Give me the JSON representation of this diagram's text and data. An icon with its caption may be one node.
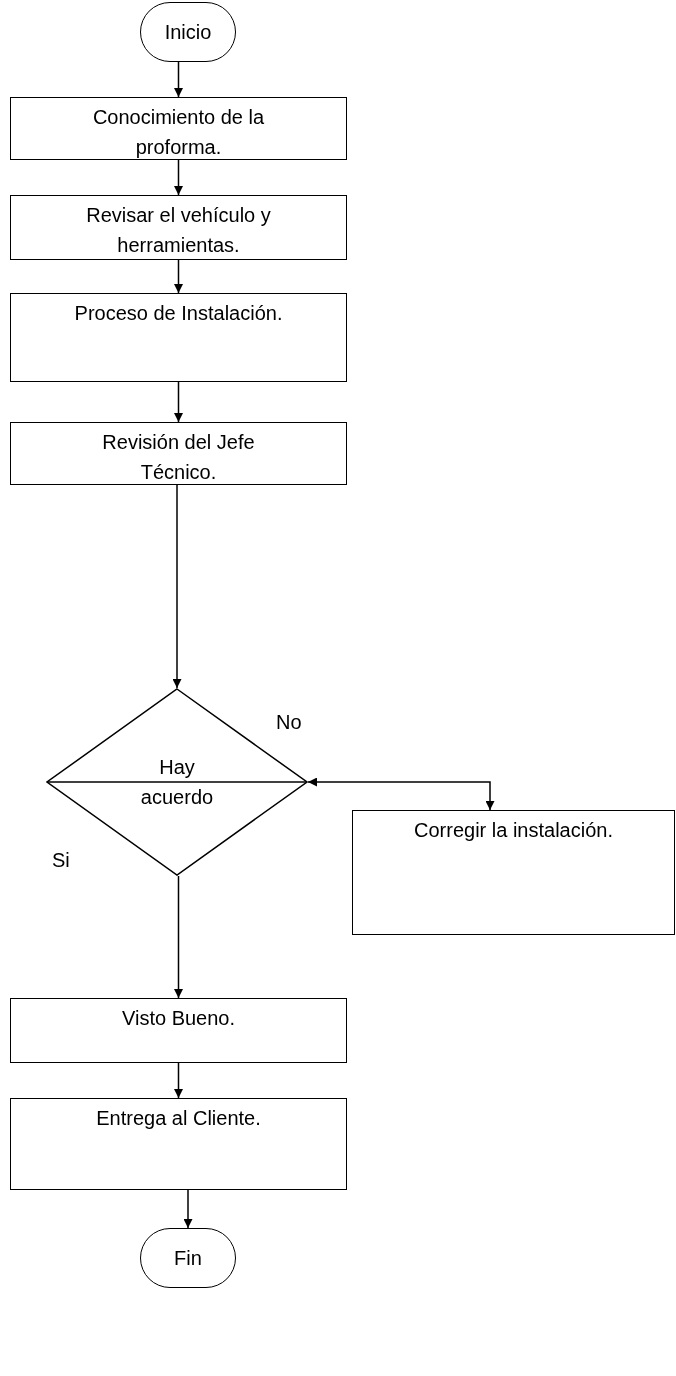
{
  "diagram": {
    "nodes": [
      {
        "text": [
          "Inicio"
        ]
      },
      {
        "text": [
          "Conocimiento de la proforma."
        ]
      },
      {
        "text": [
          "Revisar el vehículo y herramientas."
        ]
      },
      {
        "text": [
          "Proceso de Instalación."
        ]
      },
      {
        "text": [
          "Revisión del Jefe Técnico."
        ]
      },
      {
        "text": [
          "Hay acuerdo"
        ]
      },
      {
        "text": [
          "Corregir  la instalación."
        ]
      },
      {
        "text": [
          "Visto Bueno."
        ]
      },
      {
        "text": [
          "Entrega al Cliente."
        ]
      },
      {
        "text": [
          "Fin"
        ]
      }
    ],
    "edges": [
      {
        "from": 0,
        "to": 1,
        "arrow": "to"
      },
      {
        "from": 1,
        "to": 2,
        "arrow": "to"
      },
      {
        "from": 2,
        "to": 3,
        "arrow": "to"
      },
      {
        "from": 3,
        "to": 4,
        "arrow": "to"
      },
      {
        "from": 4,
        "to": 5,
        "arrow": "to"
      },
      {
        "from": 5,
        "to": 6,
        "arrow": "both"
      },
      {
        "from": 5,
        "to": 7,
        "arrow": "to"
      },
      {
        "from": 7,
        "to": 8,
        "arrow": "to"
      },
      {
        "from": 8,
        "to": 9,
        "arrow": "to"
      }
    ],
    "labels": [
      "No",
      "Si"
    ]
  }
}
